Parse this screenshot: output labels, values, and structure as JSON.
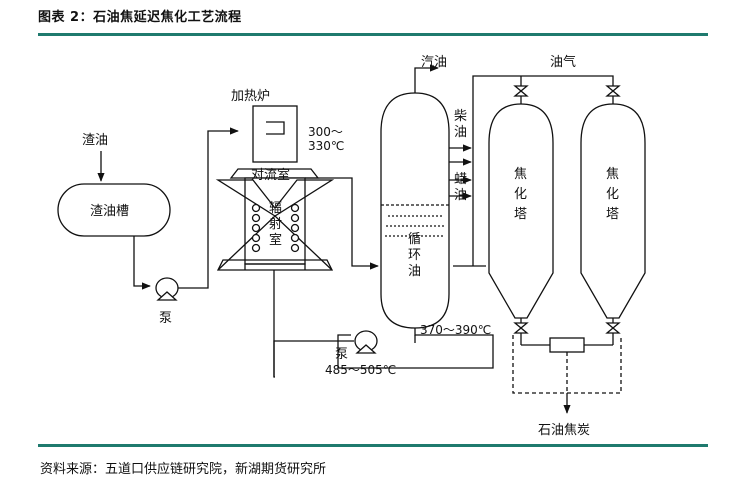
{
  "figure": {
    "title": "图表 2：石油焦延迟焦化工艺流程",
    "source": "资料来源：五道口供应链研究院，新湖期货研究所"
  },
  "labels": {
    "residue_oil": "渣油",
    "residue_tank": "渣油槽",
    "pump_left": "泵",
    "furnace": "加热炉",
    "temp_furnace_1": "300～",
    "temp_furnace_2": "330℃",
    "convection": "对流室",
    "radiation_1": "辐",
    "radiation_2": "射",
    "radiation_3": "室",
    "gasoline": "汽油",
    "diesel_1": "柴",
    "diesel_2": "油",
    "wax_1": "蜡",
    "wax_2": "油",
    "cycle_1": "循",
    "cycle_2": "环",
    "cycle_3": "油",
    "oil_gas": "油气",
    "coker1_1": "焦",
    "coker1_2": "化",
    "coker1_3": "塔",
    "coker2_1": "焦",
    "coker2_2": "化",
    "coker2_3": "塔",
    "temp_bottom": "370～390℃",
    "pump_bottom": "泵",
    "temp_pump": "485～505℃",
    "petroleum_coke": "石油焦炭"
  }
}
